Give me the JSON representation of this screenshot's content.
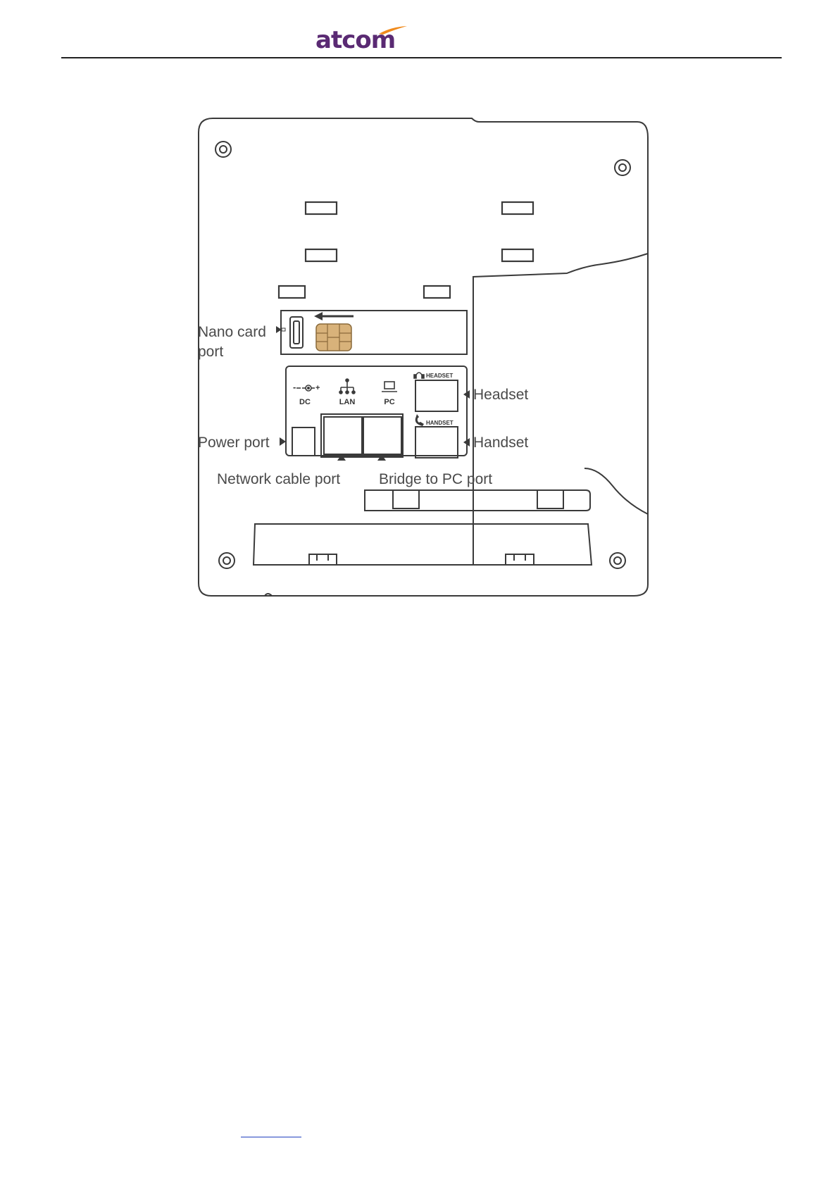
{
  "header": {
    "logo_text": "atcom",
    "logo_color": "#5a2a73",
    "swoosh_color": "#f08a1c"
  },
  "figure": {
    "callouts": {
      "nano_card_line1": "Nano card",
      "nano_card_line2": "port",
      "power_port": "Power port",
      "network_cable_port": "Network cable port",
      "bridge_to_pc_port": "Bridge to PC port",
      "headset": "Headset",
      "handset": "Handset"
    },
    "port_labels": {
      "dc": "DC",
      "lan": "LAN",
      "pc": "PC",
      "headset": "HEADSET",
      "handset": "HANDSET",
      "dc_minus": "-",
      "dc_plus": "+"
    },
    "colors": {
      "outline": "#3a3a3a",
      "sim_chip": "#d8b27a",
      "sim_chip_border": "#8a6a3a"
    }
  },
  "footer": {
    "link_text": ""
  }
}
